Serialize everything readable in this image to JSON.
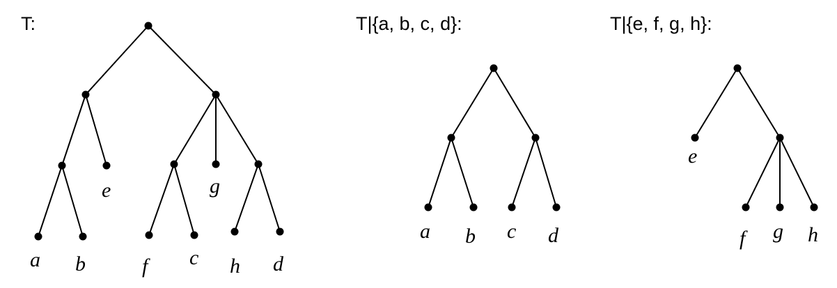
{
  "figure": {
    "line_color": "#000000",
    "node_color": "#000000",
    "background": "#ffffff"
  },
  "trees": [
    {
      "id": "t-full",
      "title": "T:",
      "leaves": [
        "a",
        "b",
        "e",
        "f",
        "c",
        "g",
        "h",
        "d"
      ],
      "structure": "((a,b),e),((f,c),g,(h,d))"
    },
    {
      "id": "t-abcd",
      "title": "T|{a, b, c, d}:",
      "leaves": [
        "a",
        "b",
        "c",
        "d"
      ],
      "structure": "(a,b),(c,d)"
    },
    {
      "id": "t-efgh",
      "title": "T|{e, f, g, h}:",
      "leaves": [
        "e",
        "f",
        "g",
        "h"
      ],
      "structure": "e,(f,g,h)"
    }
  ]
}
